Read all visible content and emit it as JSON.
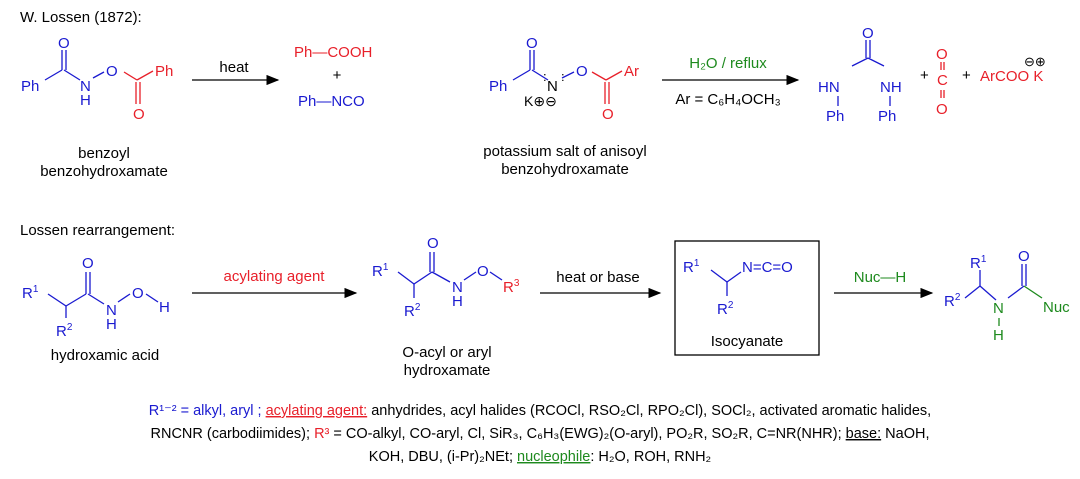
{
  "section1": {
    "title": "W. Lossen (1872):",
    "reagent_heat": "heat",
    "prod_acid": "Ph—COOH",
    "plus": "+",
    "prod_isocyanate": "Ph—NCO",
    "caption1_line1": "benzoyl",
    "caption1_line2": "benzohydroxamate",
    "reagent_top": "H₂O / reflux",
    "reagent_bottom": "Ar = C₆H₄OCH₃",
    "caption2_line1": "potassium salt of anisoyl",
    "caption2_line2": "benzohydroxamate",
    "byproduct": "ArCOO K",
    "charges": "⊖⊕"
  },
  "section2": {
    "title": "Lossen rearrangement:",
    "reagent_acylating": "acylating agent",
    "reagent_heat_base": "heat or base",
    "reagent_nuc": "Nuc—H",
    "label_hydroxamic": "hydroxamic acid",
    "label_acyl_line1": "O-acyl or aryl",
    "label_acyl_line2": "hydroxamate",
    "label_isocyanate": "Isocyanate",
    "iso_group": "N=C=O"
  },
  "footnote": {
    "line1_a": "R¹⁻² = alkyl, aryl ; ",
    "line1_b": "acylating agent:",
    "line1_c": " anhydrides, acyl halides (RCOCl, RSO₂Cl, RPO₂Cl), SOCl₂, activated aromatic halides,",
    "line2_a": "RNCNR (carbodiimides); ",
    "line2_b": "R³",
    "line2_c": " = CO-alkyl, CO-aryl, Cl, SiR₃, C₆H₃(EWG)₂(O-aryl), PO₂R, SO₂R, C=NR(NHR); ",
    "line2_d": "base:",
    "line2_e": " NaOH,",
    "line3_a": "KOH, DBU, (i-Pr)₂NEt; ",
    "line3_b": "nucleophile",
    "line3_c": ": H₂O, ROH, RNH₂"
  },
  "colors": {
    "blue": "#1a1ad0",
    "red": "#e8202a",
    "green": "#1e8a1e",
    "black": "#000000"
  }
}
